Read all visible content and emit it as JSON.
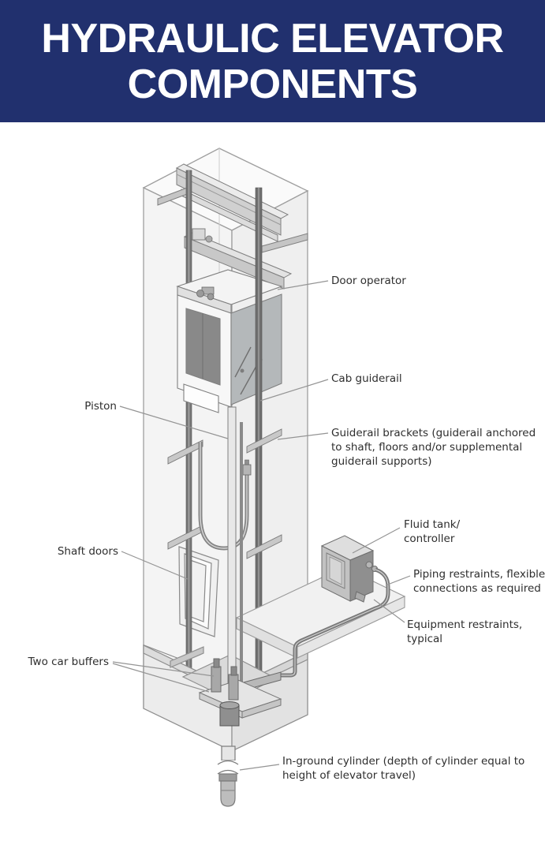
{
  "header": {
    "title_line1": "HYDRAULIC ELEVATOR",
    "title_line2": "COMPONENTS",
    "bg_color": "#21306e",
    "text_color": "#ffffff"
  },
  "diagram": {
    "type": "isometric-technical-illustration",
    "subject": "hydraulic elevator shaft cutaway",
    "labels": {
      "door_operator": "Door operator",
      "cab_guiderail": "Cab guiderail",
      "piston": "Piston",
      "guiderail_brackets": "Guiderail brackets (guiderail anchored to shaft, floors and/or supplemental guiderail supports)",
      "fluid_tank_line1": "Fluid tank/",
      "fluid_tank_line2": "controller",
      "shaft_doors": "Shaft doors",
      "piping_restraints": "Piping restraints, flexible connections as required",
      "equipment_restraints": "Equipment restraints, typical",
      "two_car_buffers": "Two car buffers",
      "in_ground_cylinder": "In-ground cylinder (depth of cylinder equal to height of elevator travel)"
    },
    "colors": {
      "label_text": "#2e2e2e",
      "leader_line": "#949494",
      "line_art_outline": "#8a8a8a",
      "dark_metal": "#6f6f6f",
      "light_fill": "#f2f2f2"
    }
  }
}
